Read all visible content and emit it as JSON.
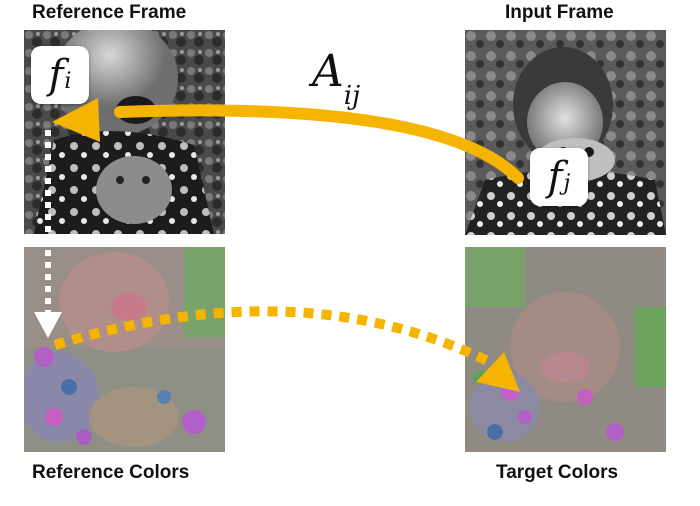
{
  "titles": {
    "reference_frame": "Reference Frame",
    "input_frame": "Input Frame",
    "reference_colors": "Reference Colors",
    "target_colors": "Target Colors"
  },
  "labels": {
    "fi_base": "f",
    "fi_sub": "i",
    "fj_base": "f",
    "fj_sub": "j",
    "aij_base": "A",
    "aij_sub": "ij"
  },
  "colors": {
    "arrow": "#f5b400",
    "dotted_white": "#ffffff"
  }
}
